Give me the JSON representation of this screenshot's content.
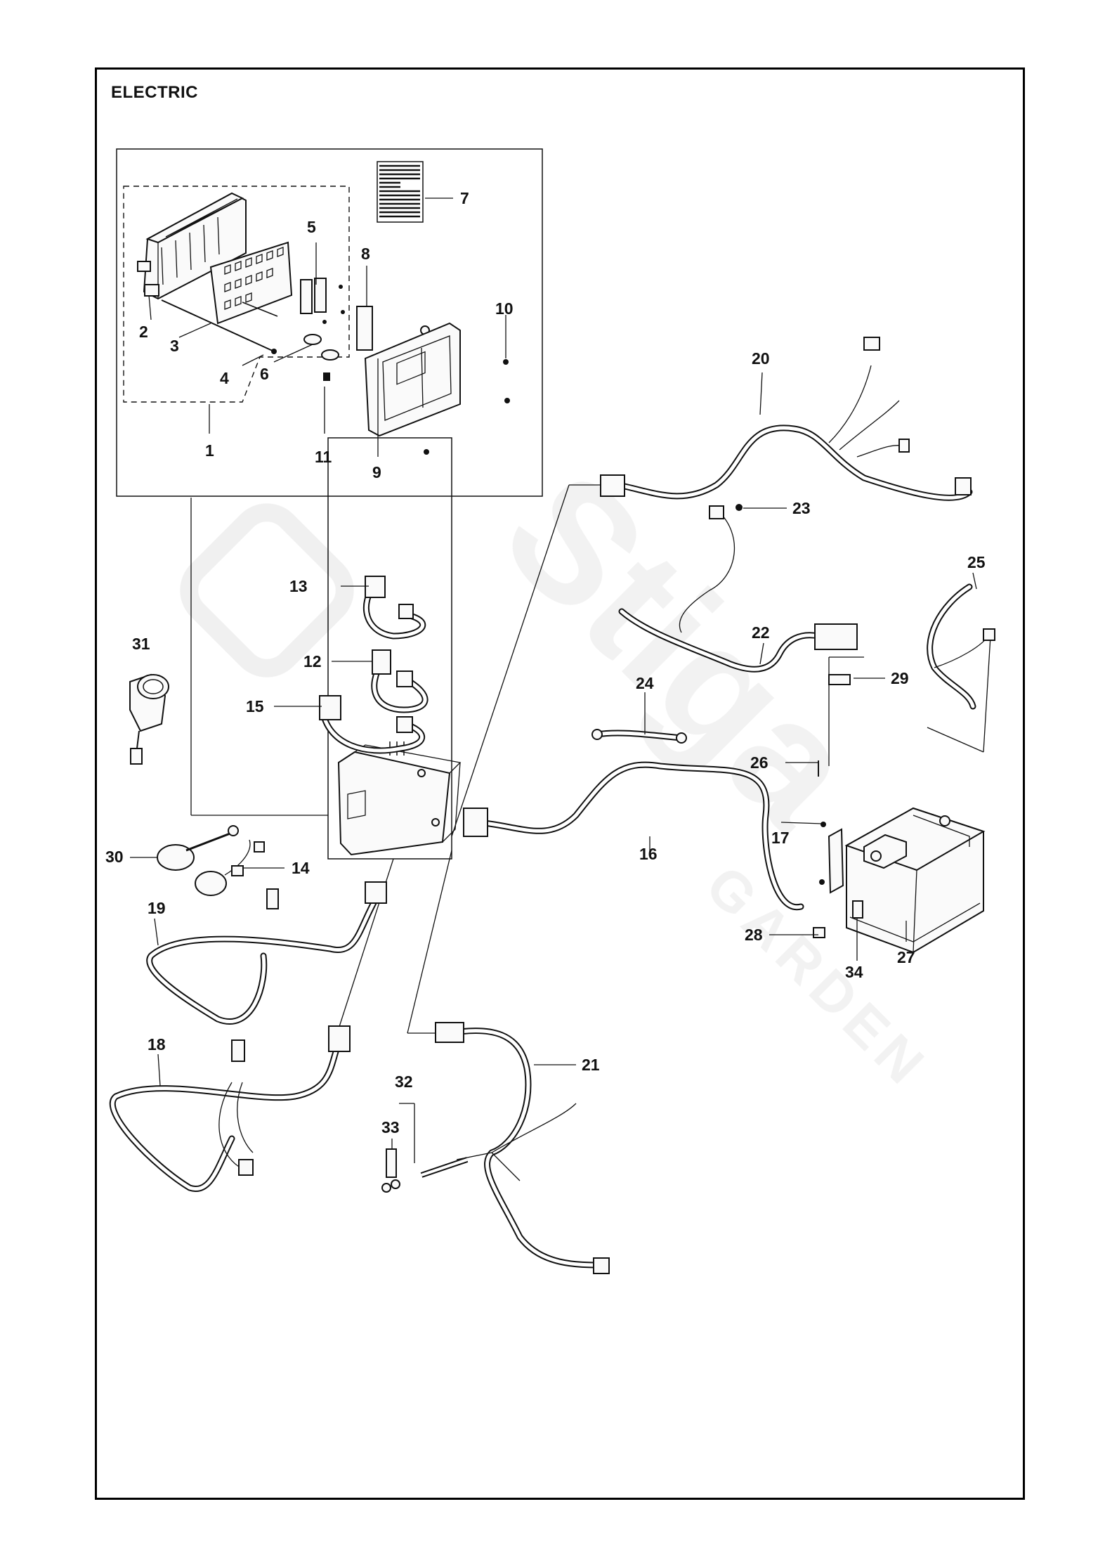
{
  "title": "ELECTRIC",
  "watermark": {
    "brand": "Stiga",
    "sub": "GARDEN"
  },
  "callouts": [
    "1",
    "2",
    "3",
    "4",
    "5",
    "6",
    "7",
    "8",
    "9",
    "10",
    "11",
    "12",
    "13",
    "14",
    "15",
    "16",
    "17",
    "18",
    "19",
    "20",
    "21",
    "22",
    "23",
    "24",
    "25",
    "26",
    "27",
    "28",
    "29",
    "30",
    "31",
    "32",
    "33",
    "34"
  ]
}
